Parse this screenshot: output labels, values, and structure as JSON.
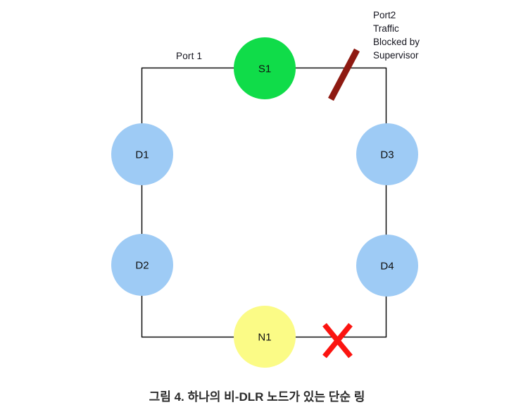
{
  "figure": {
    "port1_label": "Port 1",
    "port2_note_lines": [
      "Port2",
      "Traffic",
      "Blocked by",
      "Supervisor"
    ],
    "caption": "그림 4. 하나의 비-DLR 노드가 있는 단순 링"
  },
  "nodes": [
    {
      "id": "S1",
      "label": "S1",
      "color": "#10dc49"
    },
    {
      "id": "D1",
      "label": "D1",
      "color": "#9ecbf5"
    },
    {
      "id": "D2",
      "label": "D2",
      "color": "#9ecbf5"
    },
    {
      "id": "D3",
      "label": "D3",
      "color": "#9ecbf5"
    },
    {
      "id": "D4",
      "label": "D4",
      "color": "#9ecbf5"
    },
    {
      "id": "N1",
      "label": "N1",
      "color": "#fbfb86"
    }
  ],
  "markers": {
    "blocked_slash_color": "#8e1a12",
    "fault_x_color": "#fb1410",
    "ring_line_color": "#000000",
    "node_outline_color": "#1a1a1a"
  }
}
